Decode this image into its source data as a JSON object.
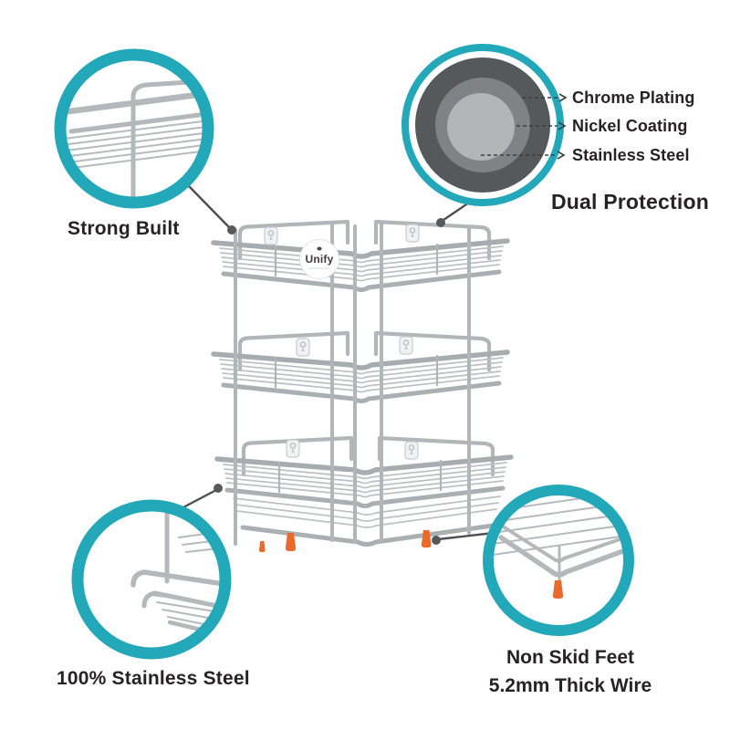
{
  "brand": {
    "logo_text": "Unify"
  },
  "callouts": {
    "strong_built": {
      "label": "Strong Built"
    },
    "dual_protection": {
      "title": "Dual Protection",
      "layers": [
        {
          "label": "Chrome Plating"
        },
        {
          "label": "Nickel Coating"
        },
        {
          "label": "Stainless Steel"
        }
      ]
    },
    "stainless_steel": {
      "label": "100% Stainless Steel"
    },
    "non_skid": {
      "line1": "Non Skid Feet",
      "line2": "5.2mm Thick Wire"
    }
  },
  "colors": {
    "accent_teal": "#22a8b8",
    "chrome_layer_gray": "#57585a",
    "nickel_layer_gray": "#7f8385",
    "steel_layer_gray": "#b2b4b6",
    "foot_orange": "#ea6a2c",
    "wire_silver": "#b3b7b9",
    "text_dark": "#272324"
  }
}
